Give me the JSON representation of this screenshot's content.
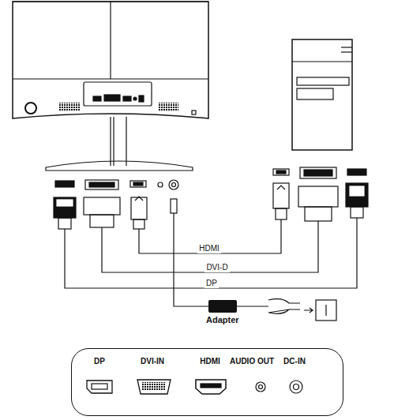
{
  "diagram": {
    "nodes": [
      {
        "text": [
          "Adapter"
        ]
      },
      {
        "text": [
          "DP",
          "DVI-IN",
          "HDMI",
          "AUDIO OUT",
          "DC-IN"
        ]
      }
    ],
    "labels": [
      "HDMI",
      "DVI-D",
      "DP"
    ]
  }
}
